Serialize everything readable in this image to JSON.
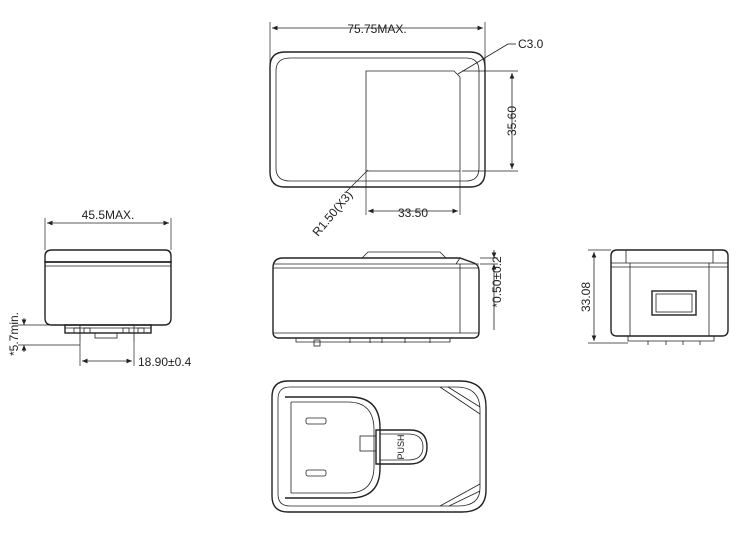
{
  "dimensions": {
    "top_width": "75.75MAX.",
    "chamfer": "C3.0",
    "label_height": "35.60",
    "label_width": "33.50",
    "corner_radius": "R1.50(X3)",
    "side_width": "45.5MAX.",
    "foot_height": "*5.7min.",
    "slot_width": "18.90±0.4",
    "foot_offset": "*0.50±0.2",
    "total_height": "33.08"
  },
  "labels": {
    "push": "PUSH"
  }
}
